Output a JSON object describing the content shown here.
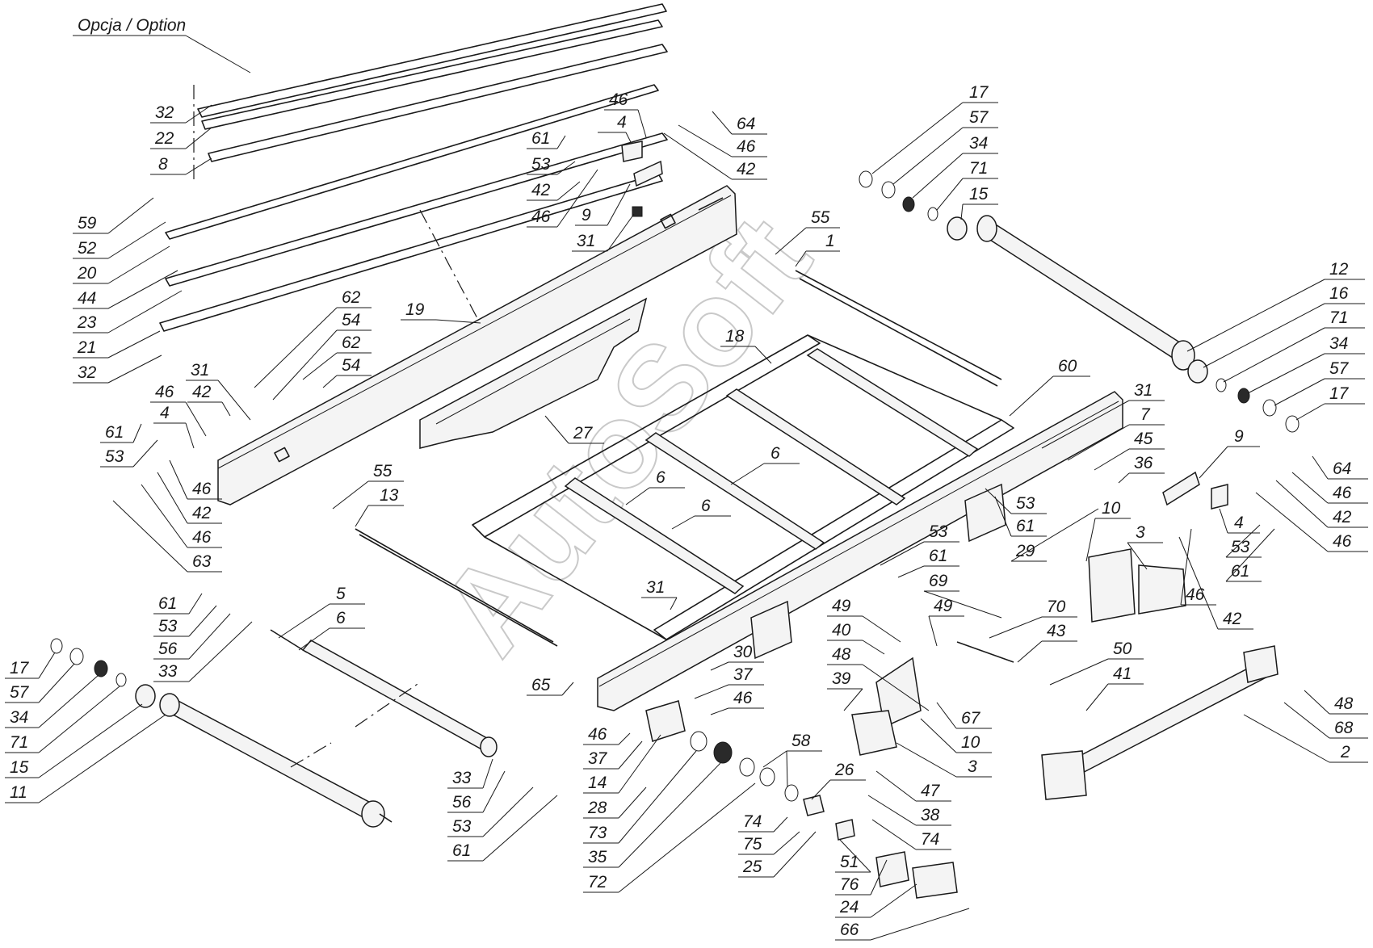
{
  "option_label": "Opcja  / Option",
  "watermark": "AutoSoft",
  "callouts": [
    {
      "id": "c-32a",
      "text": "32"
    },
    {
      "id": "c-22",
      "text": "22"
    },
    {
      "id": "c-8",
      "text": "8"
    },
    {
      "id": "c-59",
      "text": "59"
    },
    {
      "id": "c-52",
      "text": "52"
    },
    {
      "id": "c-20",
      "text": "20"
    },
    {
      "id": "c-44",
      "text": "44"
    },
    {
      "id": "c-23",
      "text": "23"
    },
    {
      "id": "c-21",
      "text": "21"
    },
    {
      "id": "c-32b",
      "text": "32"
    },
    {
      "id": "c-46a",
      "text": "46"
    },
    {
      "id": "c-4a",
      "text": "4"
    },
    {
      "id": "c-61a",
      "text": "61"
    },
    {
      "id": "c-53a",
      "text": "53"
    },
    {
      "id": "c-42a",
      "text": "42"
    },
    {
      "id": "c-46b",
      "text": "46"
    },
    {
      "id": "c-9a",
      "text": "9"
    },
    {
      "id": "c-31a",
      "text": "31"
    },
    {
      "id": "c-64a",
      "text": "64"
    },
    {
      "id": "c-46c",
      "text": "46"
    },
    {
      "id": "c-42b",
      "text": "42"
    },
    {
      "id": "c-17a",
      "text": "17"
    },
    {
      "id": "c-57a",
      "text": "57"
    },
    {
      "id": "c-34a",
      "text": "34"
    },
    {
      "id": "c-71a",
      "text": "71"
    },
    {
      "id": "c-15a",
      "text": "15"
    },
    {
      "id": "c-55a",
      "text": "55"
    },
    {
      "id": "c-1",
      "text": "1"
    },
    {
      "id": "c-62a",
      "text": "62"
    },
    {
      "id": "c-54a",
      "text": "54"
    },
    {
      "id": "c-62b",
      "text": "62"
    },
    {
      "id": "c-54b",
      "text": "54"
    },
    {
      "id": "c-19",
      "text": "19"
    },
    {
      "id": "c-31b",
      "text": "31"
    },
    {
      "id": "c-46d",
      "text": "46"
    },
    {
      "id": "c-42c",
      "text": "42"
    },
    {
      "id": "c-61b",
      "text": "61"
    },
    {
      "id": "c-4b",
      "text": "4"
    },
    {
      "id": "c-53b",
      "text": "53"
    },
    {
      "id": "c-46e",
      "text": "46"
    },
    {
      "id": "c-42d",
      "text": "42"
    },
    {
      "id": "c-46f",
      "text": "46"
    },
    {
      "id": "c-63",
      "text": "63"
    },
    {
      "id": "c-18",
      "text": "18"
    },
    {
      "id": "c-27",
      "text": "27"
    },
    {
      "id": "c-12",
      "text": "12"
    },
    {
      "id": "c-16",
      "text": "16"
    },
    {
      "id": "c-71b",
      "text": "71"
    },
    {
      "id": "c-34b",
      "text": "34"
    },
    {
      "id": "c-57b",
      "text": "57"
    },
    {
      "id": "c-17b",
      "text": "17"
    },
    {
      "id": "c-60",
      "text": "60"
    },
    {
      "id": "c-31c",
      "text": "31"
    },
    {
      "id": "c-7",
      "text": "7"
    },
    {
      "id": "c-45",
      "text": "45"
    },
    {
      "id": "c-36",
      "text": "36"
    },
    {
      "id": "c-9b",
      "text": "9"
    },
    {
      "id": "c-64b",
      "text": "64"
    },
    {
      "id": "c-46g",
      "text": "46"
    },
    {
      "id": "c-42e",
      "text": "42"
    },
    {
      "id": "c-46h",
      "text": "46"
    },
    {
      "id": "c-6a",
      "text": "6"
    },
    {
      "id": "c-6b",
      "text": "6"
    },
    {
      "id": "c-6c",
      "text": "6"
    },
    {
      "id": "c-55b",
      "text": "55"
    },
    {
      "id": "c-13",
      "text": "13"
    },
    {
      "id": "c-53c",
      "text": "53"
    },
    {
      "id": "c-61c",
      "text": "61"
    },
    {
      "id": "c-29",
      "text": "29"
    },
    {
      "id": "c-10a",
      "text": "10"
    },
    {
      "id": "c-3a",
      "text": "3"
    },
    {
      "id": "c-4c",
      "text": "4"
    },
    {
      "id": "c-53d",
      "text": "53"
    },
    {
      "id": "c-61d",
      "text": "61"
    },
    {
      "id": "c-46i",
      "text": "46"
    },
    {
      "id": "c-42f",
      "text": "42"
    },
    {
      "id": "c-53e",
      "text": "53"
    },
    {
      "id": "c-61e",
      "text": "61"
    },
    {
      "id": "c-69",
      "text": "69"
    },
    {
      "id": "c-49a",
      "text": "49"
    },
    {
      "id": "c-49b",
      "text": "49"
    },
    {
      "id": "c-70",
      "text": "70"
    },
    {
      "id": "c-40",
      "text": "40"
    },
    {
      "id": "c-43",
      "text": "43"
    },
    {
      "id": "c-48a",
      "text": "48"
    },
    {
      "id": "c-39",
      "text": "39"
    },
    {
      "id": "c-50",
      "text": "50"
    },
    {
      "id": "c-41",
      "text": "41"
    },
    {
      "id": "c-48b",
      "text": "48"
    },
    {
      "id": "c-68",
      "text": "68"
    },
    {
      "id": "c-2",
      "text": "2"
    },
    {
      "id": "c-67",
      "text": "67"
    },
    {
      "id": "c-10b",
      "text": "10"
    },
    {
      "id": "c-3b",
      "text": "3"
    },
    {
      "id": "c-61f",
      "text": "61"
    },
    {
      "id": "c-53f",
      "text": "53"
    },
    {
      "id": "c-56a",
      "text": "56"
    },
    {
      "id": "c-33a",
      "text": "33"
    },
    {
      "id": "c-5",
      "text": "5"
    },
    {
      "id": "c-6d",
      "text": "6"
    },
    {
      "id": "c-31d",
      "text": "31"
    },
    {
      "id": "c-30",
      "text": "30"
    },
    {
      "id": "c-37a",
      "text": "37"
    },
    {
      "id": "c-46j",
      "text": "46"
    },
    {
      "id": "c-65",
      "text": "65"
    },
    {
      "id": "c-17c",
      "text": "17"
    },
    {
      "id": "c-57c",
      "text": "57"
    },
    {
      "id": "c-34c",
      "text": "34"
    },
    {
      "id": "c-71c",
      "text": "71"
    },
    {
      "id": "c-15b",
      "text": "15"
    },
    {
      "id": "c-11",
      "text": "11"
    },
    {
      "id": "c-33b",
      "text": "33"
    },
    {
      "id": "c-56b",
      "text": "56"
    },
    {
      "id": "c-53g",
      "text": "53"
    },
    {
      "id": "c-61g",
      "text": "61"
    },
    {
      "id": "c-46k",
      "text": "46"
    },
    {
      "id": "c-37b",
      "text": "37"
    },
    {
      "id": "c-14",
      "text": "14"
    },
    {
      "id": "c-28",
      "text": "28"
    },
    {
      "id": "c-73",
      "text": "73"
    },
    {
      "id": "c-35",
      "text": "35"
    },
    {
      "id": "c-72",
      "text": "72"
    },
    {
      "id": "c-58",
      "text": "58"
    },
    {
      "id": "c-26",
      "text": "26"
    },
    {
      "id": "c-74a",
      "text": "74"
    },
    {
      "id": "c-75",
      "text": "75"
    },
    {
      "id": "c-25",
      "text": "25"
    },
    {
      "id": "c-47",
      "text": "47"
    },
    {
      "id": "c-38",
      "text": "38"
    },
    {
      "id": "c-74b",
      "text": "74"
    },
    {
      "id": "c-51",
      "text": "51"
    },
    {
      "id": "c-76",
      "text": "76"
    },
    {
      "id": "c-24",
      "text": "24"
    },
    {
      "id": "c-66",
      "text": "66"
    }
  ]
}
